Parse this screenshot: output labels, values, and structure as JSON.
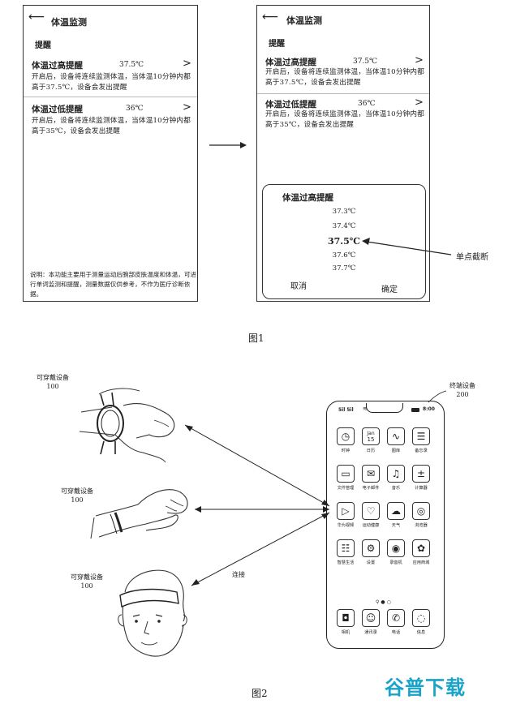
{
  "figure1": {
    "caption": "图1",
    "screen_left": {
      "title": "体温监测",
      "section": "提醒",
      "items": [
        {
          "title": "体温过高提醒",
          "value": "37.5℃",
          "desc": "开启后，设备将连续监测体温，当体温10分钟内都高于37.5℃，设备会发出提醒"
        },
        {
          "title": "体温过低提醒",
          "value": "36℃",
          "desc": "开启后，设备将连续监测体温，当体温10分钟内都高于35℃，设备会发出提醒"
        }
      ],
      "note": "说明：本功能主要用于测量运动后腕部皮肤温度和体温，可进行单词监测和提醒，测量数据仅供参考，不作为医疗诊断依据。"
    },
    "screen_right": {
      "title": "体温监测",
      "section": "提醒",
      "items": [
        {
          "title": "体温过高提醒",
          "value": "37.5℃",
          "desc": "开启后，设备将连续监测体温，当体温10分钟内都高于37.5℃，设备会发出提醒"
        },
        {
          "title": "体温过低提醒",
          "value": "36℃",
          "desc": "开启后，设备将连续监测体温，当体温10分钟内都高于35℃，设备会发出提醒"
        }
      ],
      "picker": {
        "title": "体温过高提醒",
        "options": [
          "37.3℃",
          "37.4℃",
          "37.5℃",
          "37.6℃",
          "37.7℃"
        ],
        "selected_index": 2,
        "cancel": "取消",
        "confirm": "确定"
      }
    },
    "annotation": "单点截断"
  },
  "figure2": {
    "caption": "图2",
    "wearables": [
      {
        "label": "可穿戴设备",
        "number": "100"
      },
      {
        "label": "可穿戴设备",
        "number": "100"
      },
      {
        "label": "可穿戴设备",
        "number": "100"
      }
    ],
    "connect_label": "连接",
    "terminal": {
      "label": "终端设备",
      "number": "200",
      "status_time": "8:00",
      "signal": "5il 5il",
      "calendar": {
        "month": "Jan",
        "day": "15"
      },
      "apps": [
        "时钟",
        "日历",
        "图库",
        "备忘录",
        "文件管理",
        "电子邮件",
        "音乐",
        "计算器",
        "华为视频",
        "运动健康",
        "天气",
        "浏览器",
        "智慧生活",
        "设置",
        "录音机",
        "应用商城"
      ],
      "dock": [
        "相机",
        "通讯录",
        "电话",
        "信息"
      ]
    }
  },
  "watermark": "谷普下载"
}
